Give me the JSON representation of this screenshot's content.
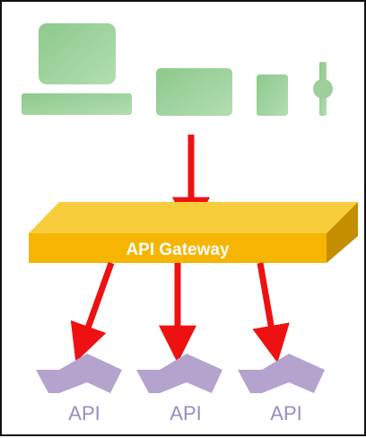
{
  "gateway": {
    "label": "API Gateway"
  },
  "clients": [
    {
      "icon": "desktop-computer-icon"
    },
    {
      "icon": "tablet-icon"
    },
    {
      "icon": "phone-icon"
    },
    {
      "icon": "wearable-device-icon"
    }
  ],
  "apis": [
    {
      "label": "API",
      "icon": "api-chevron-icon"
    },
    {
      "label": "API",
      "icon": "api-chevron-icon"
    },
    {
      "label": "API",
      "icon": "api-chevron-icon"
    }
  ],
  "colors": {
    "device_green": "#8cc98b",
    "device_green_light": "#b3ddb1",
    "gateway_top": "#f8cd3c",
    "gateway_front": "#f6b503",
    "gateway_side": "#c58e00",
    "arrow_red": "#ee1111",
    "api_purple": "#b4a3cd",
    "api_text": "#9c8bbd"
  }
}
